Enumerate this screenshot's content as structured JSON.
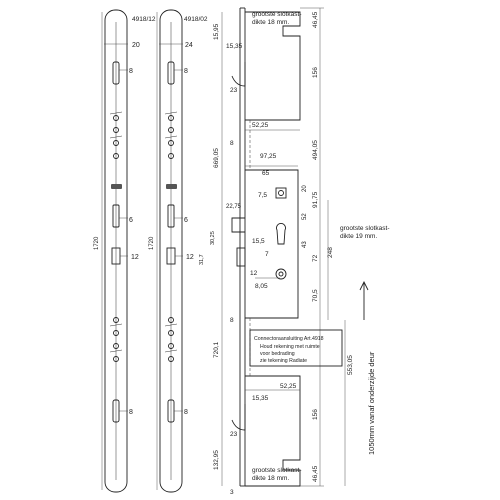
{
  "left_strip": {
    "label_top": "4918/12",
    "width_dim": "20",
    "length_dim": "1720",
    "dims": [
      "8",
      "6",
      "12",
      "8"
    ]
  },
  "mid_strip": {
    "label_top": "4918/02",
    "width_dim": "24",
    "length_dim": "1720",
    "dims": [
      "8",
      "6",
      "12",
      "8"
    ]
  },
  "profile_dims": [
    "15,95",
    "15,35",
    "23",
    "8",
    "22,75",
    "30,25",
    "31,7",
    "669,05",
    "720,1",
    "8",
    "132,95",
    "15,35",
    "23",
    "3"
  ],
  "lock_dims": [
    "52,25",
    "97,25",
    "65",
    "7,5",
    "15,5",
    "7",
    "12",
    "8,05",
    "52,25"
  ],
  "right_dims": [
    "46,45",
    "156",
    "494,05",
    "20",
    "91,75",
    "52",
    "43",
    "72",
    "248",
    "70,5",
    "553,05",
    "156",
    "46,45"
  ],
  "notes": {
    "top_1": "grootste slotkast-",
    "top_2": "dikte 18 mm.",
    "mid_1": "grootste slotkast-",
    "mid_2": "dikte 19 mm.",
    "box_1": "Connectoraansluiting Art.4918",
    "box_2": "Houd rekening met ruimte",
    "box_3": "voor bedrading",
    "box_4": "zie tekening Radiate",
    "bot_1": "grootste slotkast-",
    "bot_2": "dikte 18 mm.",
    "floor": "1050mm vanaf onderzijde deur"
  }
}
